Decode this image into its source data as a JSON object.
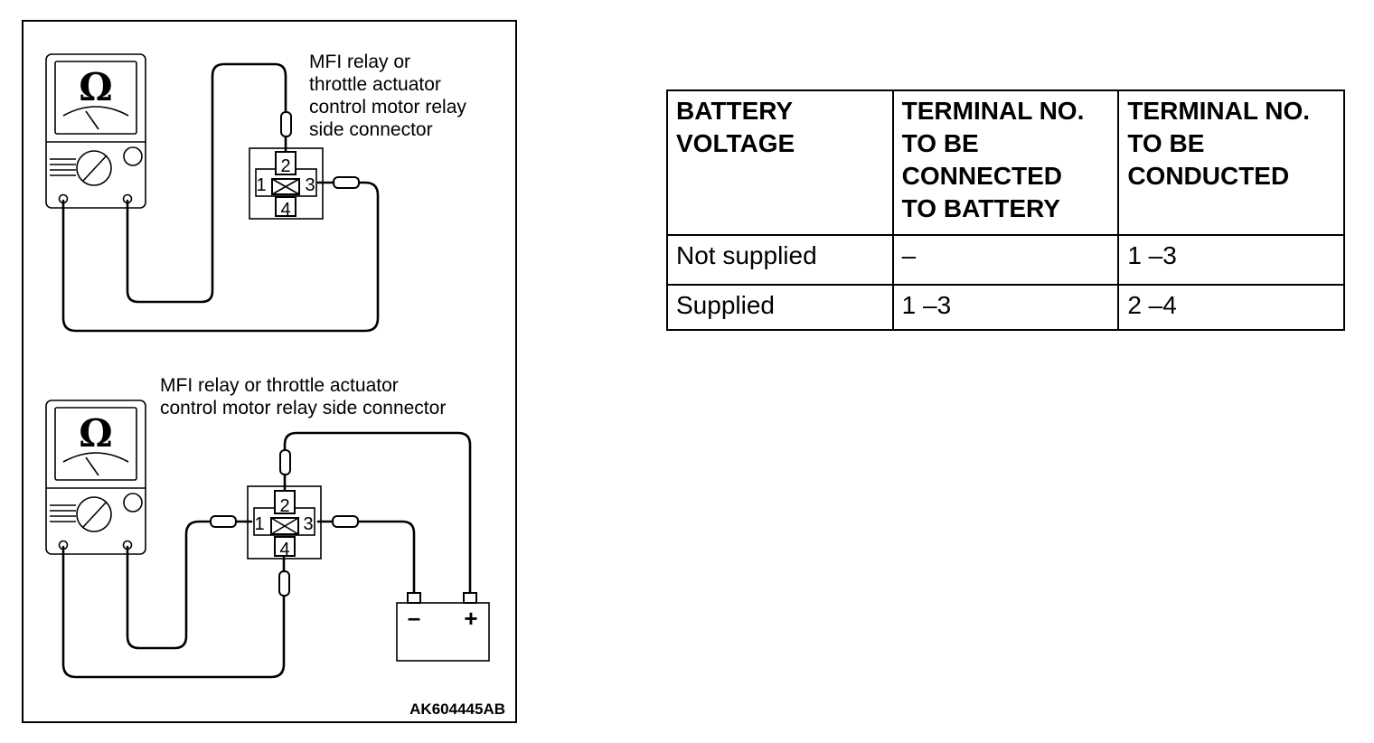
{
  "diagram": {
    "top_label_lines": [
      "MFI relay or",
      "throttle actuator",
      "control motor relay",
      "side connector"
    ],
    "bottom_label_lines": [
      "MFI relay or throttle actuator",
      "control motor relay side connector"
    ],
    "omega_symbol": "Ω",
    "pin_labels": [
      "1",
      "2",
      "3",
      "4"
    ],
    "battery_negative": "–",
    "battery_positive": "+",
    "figure_code": "AK604445AB"
  },
  "table": {
    "headers": [
      [
        "BATTERY",
        "VOLTAGE"
      ],
      [
        "TERMINAL NO.",
        "TO BE",
        "CONNECTED",
        "TO BATTERY"
      ],
      [
        "TERMINAL NO.",
        "TO BE",
        "CONDUCTED"
      ]
    ],
    "rows": [
      [
        "Not supplied",
        "–",
        "1 –3"
      ],
      [
        "Supplied",
        "1 –3",
        "2 –4"
      ]
    ]
  }
}
